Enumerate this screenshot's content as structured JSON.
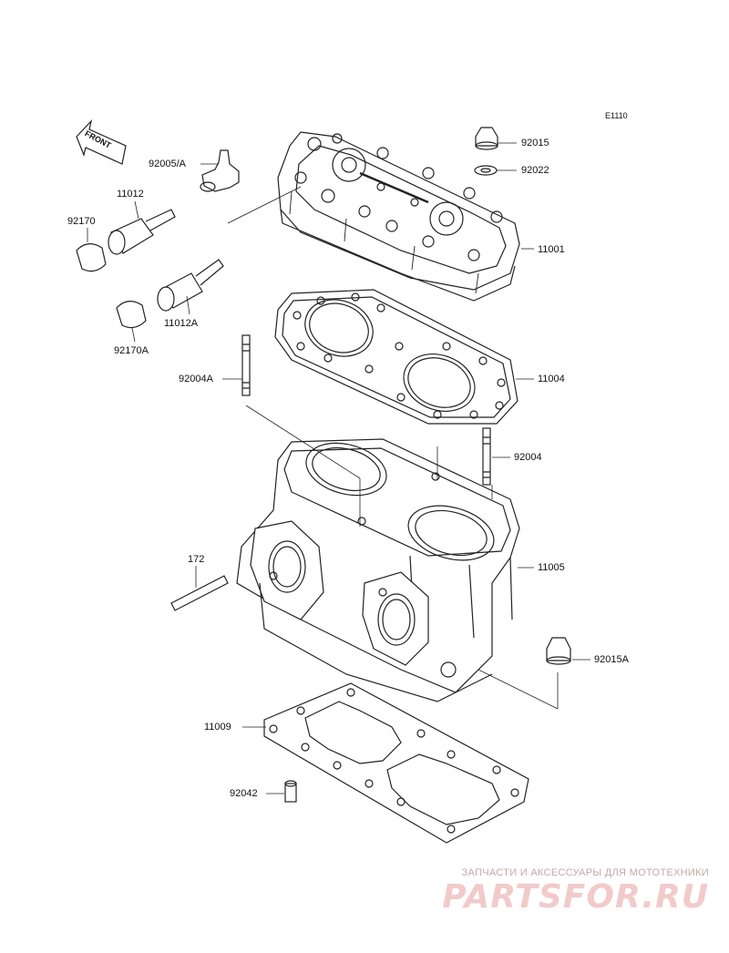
{
  "diagram": {
    "code": "E1110",
    "front_label": "FRONT",
    "parts": [
      {
        "id": "p92015",
        "label": "92015"
      },
      {
        "id": "p92022",
        "label": "92022"
      },
      {
        "id": "p92005",
        "label": "92005/A"
      },
      {
        "id": "p11012",
        "label": "11012"
      },
      {
        "id": "p92170",
        "label": "92170"
      },
      {
        "id": "p11001",
        "label": "11001"
      },
      {
        "id": "p11012A",
        "label": "11012A"
      },
      {
        "id": "p92170A",
        "label": "92170A"
      },
      {
        "id": "p92004A",
        "label": "92004A"
      },
      {
        "id": "p11004",
        "label": "11004"
      },
      {
        "id": "p92004",
        "label": "92004"
      },
      {
        "id": "p172",
        "label": "172"
      },
      {
        "id": "p11005",
        "label": "11005"
      },
      {
        "id": "p92015A",
        "label": "92015A"
      },
      {
        "id": "p11009",
        "label": "11009"
      },
      {
        "id": "p92042",
        "label": "92042"
      }
    ]
  },
  "watermark": {
    "tagline": "ЗАПЧАСТИ И АКСЕССУАРЫ ДЛЯ МОТОТЕХНИКИ",
    "brand": "PARTSFOR.RU"
  }
}
